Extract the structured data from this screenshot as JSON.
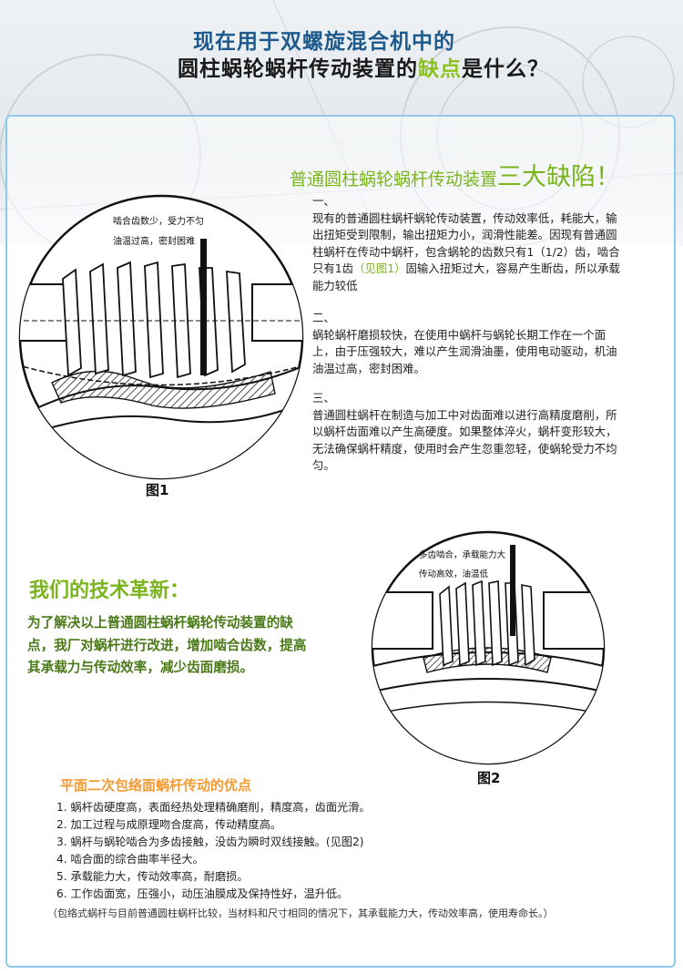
{
  "header": {
    "title_line1": "现在用于双螺旋混合机中的",
    "title_line2_pre": "圆柱蜗轮蜗杆传动装置的",
    "title_line2_highlight": "缺点",
    "title_line2_post": "是什么？"
  },
  "defects": {
    "heading_small": "普通圆柱蜗轮蜗杆传动装置",
    "heading_big": "三大缺陷！",
    "items": [
      {
        "num": "一、",
        "text_pre": "现有的普通圆柱蜗杆蜗轮传动装置，传动效率低，耗能大，输出扭矩受到限制，输出扭矩力小，润滑性能差。因现有普通圆柱蜗杆在传动中蜗杆，包含蜗轮的齿数只有1（1/2）齿，啮合只有1齿",
        "ref": "（见图1）",
        "text_post": "固输入扭矩过大，容易产生断齿，所以承载能力较低"
      },
      {
        "num": "二、",
        "text_pre": "蜗轮蜗杆磨损较快，在使用中蜗杆与蜗轮长期工作在一个面上，由于压强较大，难以产生润滑油墨，使用电动驱动，机油油温过高，密封困难。",
        "ref": "",
        "text_post": ""
      },
      {
        "num": "三、",
        "text_pre": "普通圆柱蜗杆在制造与加工中对齿面难以进行高精度磨削，所以蜗杆齿面难以产生高硬度。如果整体淬火，蜗杆变形较大，无法确保蜗杆精度，使用时会产生忽重忽轻，使蜗轮受力不均匀。",
        "ref": "",
        "text_post": ""
      }
    ]
  },
  "figure1": {
    "callout_line1": "啮合齿数少，受力不匀",
    "callout_line2": "油温过高，密封困难",
    "label": "图1"
  },
  "innovation": {
    "heading": "我们的技术革新：",
    "text": "为了解决以上普通圆柱蜗杆蜗轮传动装置的缺点，我厂对蜗杆进行改进，增加啮合齿数，提高其承载力与传动效率，减少齿面磨损。"
  },
  "figure2": {
    "callout_line1": "多齿啮合，承载能力大",
    "callout_line2": "传动高效，油温低",
    "label": "图2"
  },
  "advantages": {
    "heading": "平面二次包络面蜗杆传动的优点",
    "items": [
      "1. 蜗杆齿硬度高，表面经热处理精确磨削，精度高，齿面光滑。",
      "2. 加工过程与成原理吻合度高，传动精度高。",
      "3. 蜗杆与蜗轮啮合为多齿接触，没齿为瞬时双线接触。(见图2)",
      "4. 啮合面的综合曲率半径大。",
      "5. 承载能力大，传动效率高，耐磨损。",
      "6. 工作齿面宽，压强小，动压油膜成及保持性好，温升低。"
    ],
    "note": "（包络式蜗杆与目前普通圆柱蜗杆比较，当材料和尺寸相同的情况下，其承载能力大，传动效率高，使用寿命长。）"
  },
  "colors": {
    "title_blue": "#1f5a8c",
    "accent_green": "#8cc21f",
    "innovation_green": "#4a7a17",
    "advantage_orange": "#f39a33",
    "panel_border": "#8cc9ea"
  }
}
